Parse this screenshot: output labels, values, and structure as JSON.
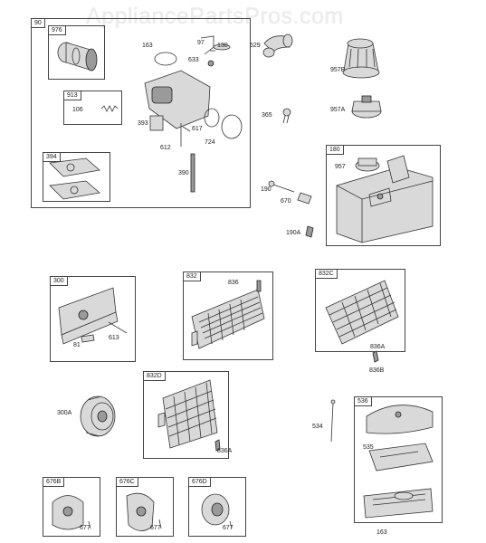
{
  "watermark": "AppliancePartsPros.com",
  "boxes": [
    {
      "id": "90"
    },
    {
      "id": "976"
    },
    {
      "id": "913"
    },
    {
      "id": "394"
    },
    {
      "id": "180"
    },
    {
      "id": "300"
    },
    {
      "id": "832"
    },
    {
      "id": "832C"
    },
    {
      "id": "832D"
    },
    {
      "id": "536"
    },
    {
      "id": "676B"
    },
    {
      "id": "676C"
    },
    {
      "id": "676D"
    }
  ],
  "labels": [
    "163",
    "97",
    "130",
    "633",
    "529",
    "957B",
    "106",
    "365",
    "957A",
    "393",
    "617",
    "612",
    "724",
    "390",
    "957",
    "190",
    "670",
    "190A",
    "836",
    "81",
    "613",
    "836A",
    "836B",
    "300A",
    "534",
    "535",
    "677",
    "677",
    "677",
    "163"
  ]
}
